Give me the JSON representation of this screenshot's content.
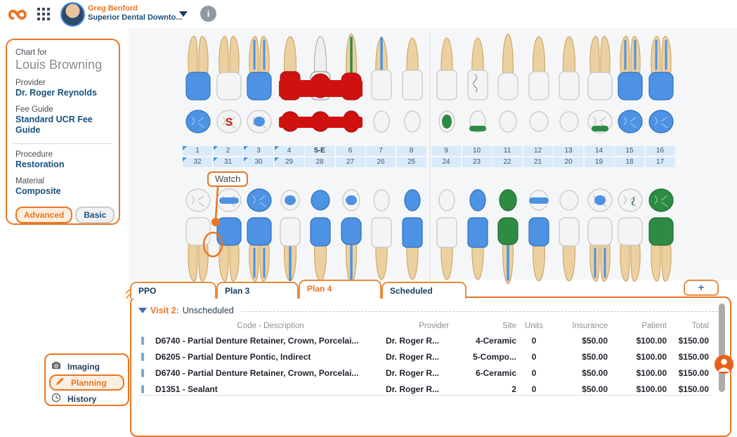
{
  "topbar": {
    "user_name": "Greg Benford",
    "user_org": "Superior Dental Downto...",
    "logo": "curve-infinity-logo"
  },
  "left_panel": {
    "chart_for_label": "Chart for",
    "patient_name": "Louis Browning",
    "provider_label": "Provider",
    "provider": "Dr. Roger Reynolds",
    "fee_guide_label": "Fee Guide",
    "fee_guide": "Standard UCR Fee Guide",
    "procedure_label": "Procedure",
    "procedure": "Restoration",
    "material_label": "Material",
    "material": "Composite",
    "mode_buttons": [
      "Advanced",
      "Basic"
    ],
    "active_mode": "Advanced"
  },
  "tooth_chart": {
    "watch_label": "Watch",
    "upper": [
      {
        "num": "1",
        "type": "molar",
        "crown": "blue",
        "occ": "blue",
        "flag": true
      },
      {
        "num": "2",
        "type": "molar",
        "crown": "white",
        "occ": "white",
        "occ_mark": "S",
        "flag": true
      },
      {
        "num": "3",
        "type": "molar",
        "crown": "blue",
        "root": "blue",
        "occ": "white",
        "occ_mark": "blue-center",
        "flag": true
      },
      {
        "num": "4",
        "type": "premolar",
        "crown": "red",
        "occ": "red",
        "flag": true
      },
      {
        "num": "5-E",
        "type": "premolar",
        "crown": "gray",
        "occ": "red",
        "extracted": true
      },
      {
        "num": "6",
        "type": "canine",
        "crown": "red",
        "root": "green",
        "occ": "red"
      },
      {
        "num": "7",
        "type": "incisor",
        "crown": "white",
        "root": "blue",
        "occ": "white"
      },
      {
        "num": "8",
        "type": "incisor",
        "crown": "white",
        "occ": "white"
      },
      {
        "num": "9",
        "type": "incisor",
        "crown": "white",
        "occ": "white",
        "occ_mark": "green-oval"
      },
      {
        "num": "10",
        "type": "incisor",
        "crown": "white",
        "crown_mark": "squiggle",
        "occ": "white",
        "occ_mark": "green-band"
      },
      {
        "num": "11",
        "type": "canine",
        "crown": "white",
        "occ": "white"
      },
      {
        "num": "12",
        "type": "premolar",
        "crown": "white",
        "occ": "white"
      },
      {
        "num": "13",
        "type": "premolar",
        "crown": "white",
        "occ": "white"
      },
      {
        "num": "14",
        "type": "molar",
        "crown": "white",
        "occ": "white",
        "occ_mark": "green-band"
      },
      {
        "num": "15",
        "type": "molar",
        "crown": "blue",
        "root": "blue",
        "occ": "blue"
      },
      {
        "num": "16",
        "type": "molar",
        "crown": "blue",
        "root": "blue",
        "occ": "blue"
      }
    ],
    "lower": [
      {
        "num": "32",
        "type": "molar",
        "crown": "white",
        "occ": "white",
        "flag": true,
        "watch": true
      },
      {
        "num": "31",
        "type": "molar",
        "crown": "blue",
        "occ": "white",
        "occ_mark": "blue-band",
        "flag": true
      },
      {
        "num": "30",
        "type": "molar",
        "crown": "blue",
        "root": "blue",
        "occ": "blue",
        "flag": true
      },
      {
        "num": "29",
        "type": "premolar",
        "crown": "white",
        "root": "blue",
        "occ": "white",
        "occ_mark": "blue-center",
        "flag": true
      },
      {
        "num": "28",
        "type": "premolar",
        "crown": "blue",
        "occ": "blue"
      },
      {
        "num": "27",
        "type": "canine",
        "crown": "blue",
        "root": "blue",
        "occ": "white",
        "occ_mark": "blue-center"
      },
      {
        "num": "26",
        "type": "incisor",
        "crown": "white",
        "occ": "white"
      },
      {
        "num": "25",
        "type": "incisor",
        "crown": "blue",
        "occ": "blue"
      },
      {
        "num": "24",
        "type": "incisor",
        "crown": "white",
        "occ": "white"
      },
      {
        "num": "23",
        "type": "incisor",
        "crown": "blue",
        "occ": "blue"
      },
      {
        "num": "22",
        "type": "canine",
        "crown": "green",
        "root": "blue",
        "occ": "green"
      },
      {
        "num": "21",
        "type": "premolar",
        "crown": "blue",
        "occ": "white",
        "occ_mark": "blue-band"
      },
      {
        "num": "20",
        "type": "premolar",
        "crown": "white",
        "occ": "white"
      },
      {
        "num": "19",
        "type": "molar",
        "crown": "white",
        "root": "blue",
        "occ": "white",
        "occ_mark": "blue-center"
      },
      {
        "num": "18",
        "type": "molar",
        "crown": "white",
        "occ": "white",
        "occ_mark": "green-squiggle"
      },
      {
        "num": "17",
        "type": "molar",
        "crown": "green",
        "occ": "green"
      }
    ]
  },
  "plan_tabs": {
    "tabs": [
      "PPO",
      "Plan 3",
      "Plan 4",
      "Scheduled"
    ],
    "active": "Plan 4",
    "add_label": "+"
  },
  "visit_panel": {
    "visit_label": "Visit 2:",
    "visit_status": "Unscheduled",
    "columns": [
      "",
      "Code - Description",
      "Provider",
      "Site",
      "Units",
      "Insurance",
      "Patient",
      "Total"
    ],
    "rows": [
      {
        "code_description": "D6740 - Partial Denture Retainer, Crown, Porcelai...",
        "provider": "Dr. Roger R...",
        "site": "4-Ceramic",
        "units": "0",
        "insurance": "$50.00",
        "patient": "$100.00",
        "total": "$150.00"
      },
      {
        "code_description": "D6205 - Partial Denture Pontic, Indirect",
        "provider": "Dr. Roger R...",
        "site": "5-Compo...",
        "units": "0",
        "insurance": "$50.00",
        "patient": "$100.00",
        "total": "$150.00"
      },
      {
        "code_description": "D6740 - Partial Denture Retainer, Crown, Porcelai...",
        "provider": "Dr. Roger R...",
        "site": "6-Ceramic",
        "units": "0",
        "insurance": "$50.00",
        "patient": "$100.00",
        "total": "$150.00"
      },
      {
        "code_description": "D1351 - Sealant",
        "provider": "Dr. Roger R...",
        "site": "2",
        "units": "0",
        "insurance": "$50.00",
        "patient": "$100.00",
        "total": "$150.00"
      }
    ]
  },
  "nav_sidebar": {
    "items": [
      {
        "label": "Imaging",
        "icon": "camera-icon",
        "active": false
      },
      {
        "label": "Planning",
        "icon": "pencil-icon",
        "active": true
      },
      {
        "label": "History",
        "icon": "clock-icon",
        "active": false
      }
    ]
  },
  "colors": {
    "accent": "#e87624",
    "tooth_blue": "#4d92e3",
    "tooth_red": "#cf1210",
    "tooth_green": "#2e8b44",
    "number_strip": "#d9eafb",
    "navy_text": "#1b4e79"
  }
}
